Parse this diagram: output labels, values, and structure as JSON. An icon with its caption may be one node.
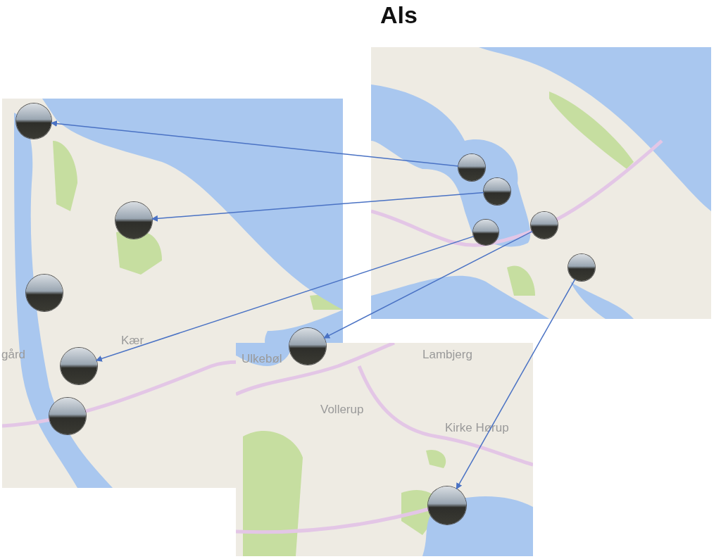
{
  "diagram": {
    "title": "Als",
    "nodes": [
      {
        "text": [],
        "shape": "picture"
      },
      {
        "text": [],
        "shape": "picture"
      },
      {
        "text": [],
        "shape": "picture"
      },
      {
        "text": [],
        "shape": "picture"
      },
      {
        "text": [],
        "shape": "picture"
      },
      {
        "text": [],
        "shape": "picture"
      },
      {
        "text": [],
        "shape": "picture"
      },
      {
        "text": [],
        "shape": "picture"
      },
      {
        "text": [],
        "shape": "picture"
      },
      {
        "text": [],
        "shape": "picture"
      },
      {
        "text": [],
        "shape": "picture"
      },
      {
        "text": [],
        "shape": "picture"
      }
    ],
    "edges": [
      {
        "from": 0,
        "to": 5,
        "arrow": "to"
      },
      {
        "from": 1,
        "to": 6,
        "arrow": "to"
      },
      {
        "from": 2,
        "to": 8,
        "arrow": "to"
      },
      {
        "from": 3,
        "to": 10,
        "arrow": "to"
      },
      {
        "from": 4,
        "to": 11,
        "arrow": "to"
      }
    ],
    "labels": [
      "Kær",
      "gård",
      "Ulkebøl",
      "Lambjerg",
      "Vollerup",
      "Kirke Hørup"
    ]
  }
}
